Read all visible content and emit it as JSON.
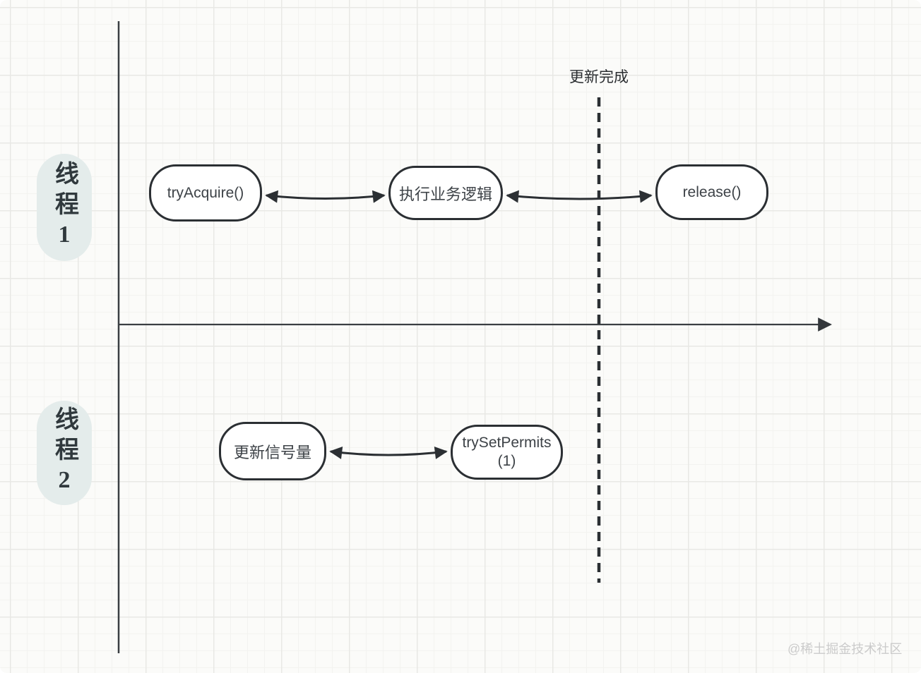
{
  "diagram": {
    "divider_label": "更新完成",
    "watermark": "@稀土掘金技术社区",
    "threads": [
      {
        "label": "线程1",
        "nodes": [
          "tryAcquire()",
          "执行业务逻辑",
          "release()"
        ]
      },
      {
        "label": "线程2",
        "nodes": [
          "更新信号量",
          "trySetPermits(1)"
        ]
      }
    ],
    "edges": [
      {
        "from": "tryAcquire()",
        "to": "执行业务逻辑",
        "type": "double-arrow"
      },
      {
        "from": "执行业务逻辑",
        "to": "release()",
        "type": "double-arrow"
      },
      {
        "from": "更新信号量",
        "to": "trySetPermits(1)",
        "type": "double-arrow"
      }
    ],
    "colors": {
      "line": "#2f3338",
      "node_border": "#2b2f33",
      "node_fill": "#ffffff",
      "thread_pill_fill": "#e4eceb",
      "grid_minor": "#f3f3f0",
      "grid_major": "#e8e8e5",
      "background": "#fbfbf9",
      "watermark": "#cbcbcb"
    }
  }
}
